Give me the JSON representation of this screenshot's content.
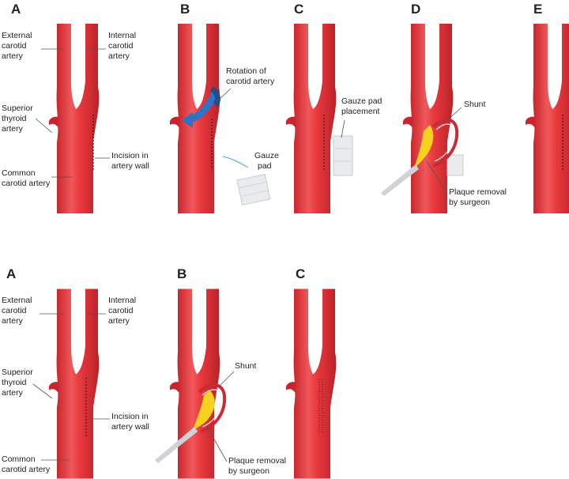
{
  "colors": {
    "artery": "#e8383d",
    "artery_highlight": "#f47a7c",
    "artery_shadow": "#b92228",
    "plaque": "#f4d21f",
    "shunt": "#c92a36",
    "gauze": "#e9ebec",
    "rotation_arrow": "#2f74c4",
    "leader": "#555555"
  },
  "top_row": {
    "panels": [
      {
        "letter": "A"
      },
      {
        "letter": "B"
      },
      {
        "letter": "C"
      },
      {
        "letter": "D"
      },
      {
        "letter": "E"
      }
    ],
    "labels": {
      "external_carotid": [
        "External",
        "carotid",
        "artery"
      ],
      "internal_carotid": [
        "Internal",
        "carotid",
        "artery"
      ],
      "superior_thyroid": [
        "Superior",
        "thyroid",
        "artery"
      ],
      "incision": [
        "Incision in",
        "artery wall"
      ],
      "common_carotid": [
        "Common",
        "carotid artery"
      ],
      "rotation": [
        "Rotation of",
        "carotid artery"
      ],
      "gauze_pad": [
        "Gauze",
        "pad"
      ],
      "gauze_placement": [
        "Gauze pad",
        "placement"
      ],
      "shunt": "Shunt",
      "plaque_removal": [
        "Plaque removal",
        "by surgeon"
      ]
    }
  },
  "bottom_row": {
    "panels": [
      {
        "letter": "A"
      },
      {
        "letter": "B"
      },
      {
        "letter": "C"
      }
    ],
    "labels": {
      "external_carotid": [
        "External",
        "carotid",
        "artery"
      ],
      "internal_carotid": [
        "Internal",
        "carotid",
        "artery"
      ],
      "superior_thyroid": [
        "Superior",
        "thyroid",
        "artery"
      ],
      "incision": [
        "Incision in",
        "artery wall"
      ],
      "common_carotid": [
        "Common",
        "carotid artery"
      ],
      "shunt": "Shunt",
      "plaque_removal": [
        "Plaque removal",
        "by surgeon"
      ]
    }
  }
}
